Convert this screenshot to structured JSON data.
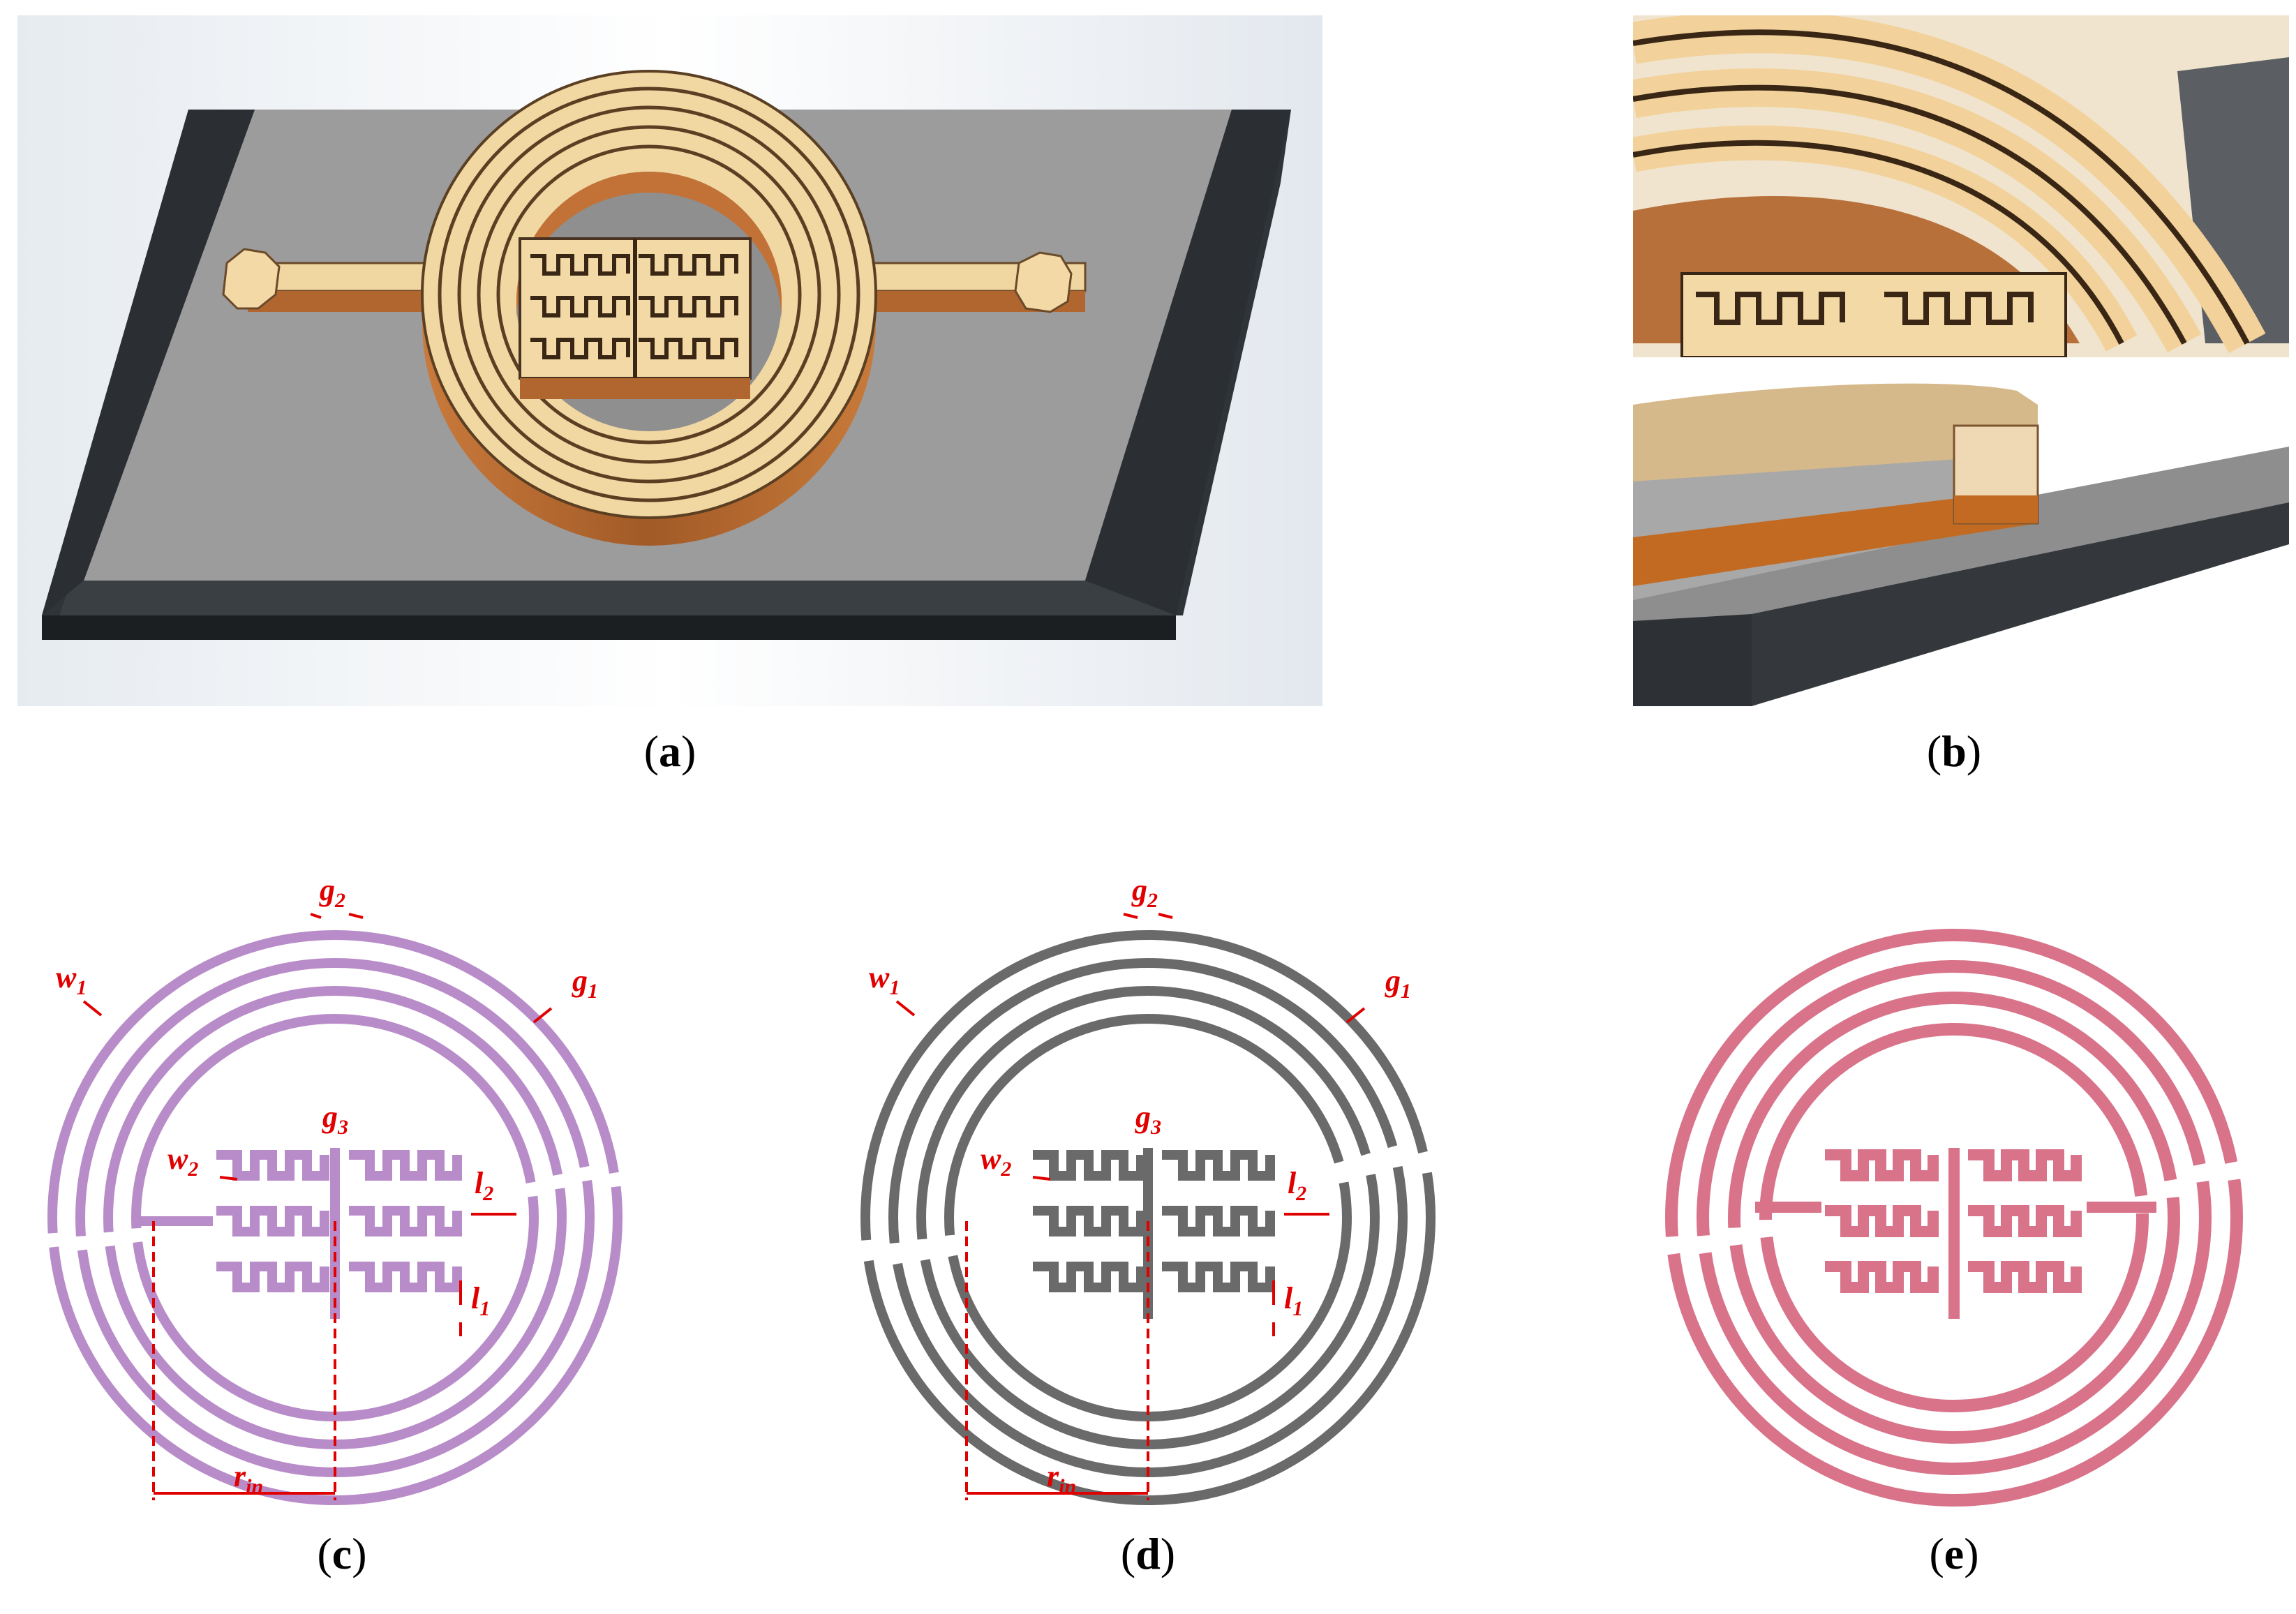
{
  "captions": {
    "a": "a",
    "b": "b",
    "c": "c",
    "d": "d",
    "e": "e"
  },
  "dimension_labels": {
    "c": {
      "g2": "g",
      "g2_sub": "2",
      "g1": "g",
      "g1_sub": "1",
      "w1": "w",
      "w1_sub": "1",
      "g3": "g",
      "g3_sub": "3",
      "w2": "w",
      "w2_sub": "2",
      "l2": "l",
      "l2_sub": "2",
      "l1": "l",
      "l1_sub": "1",
      "rin": "r",
      "rin_sub": "in"
    },
    "d": {
      "g2": "g",
      "g2_sub": "2",
      "g1": "g",
      "g1_sub": "1",
      "w1": "w",
      "w1_sub": "1",
      "g3": "g",
      "g3_sub": "3",
      "w2": "w",
      "w2_sub": "2",
      "l2": "l",
      "l2_sub": "2",
      "l1": "l",
      "l1_sub": "1",
      "rin": "r",
      "rin_sub": "in"
    }
  },
  "colors": {
    "annotation": "#e00000",
    "trace_c": "#b88cc8",
    "trace_d": "#6a6a6a",
    "trace_e": "#d9738a",
    "copper_top": "#f4d9a4",
    "copper_side": "#b8652b",
    "substrate_top": "#9a9a9a",
    "substrate_edge": "#2e3236"
  }
}
